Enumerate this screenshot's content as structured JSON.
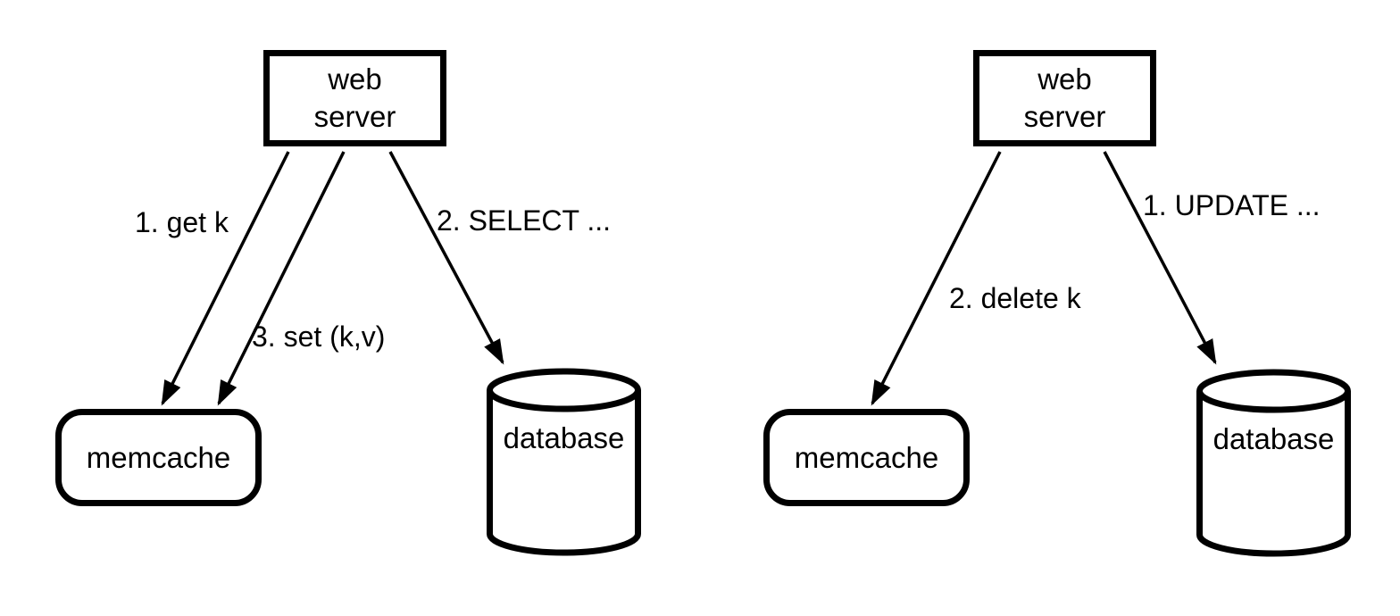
{
  "background_color": "#ffffff",
  "ink_color": "#000000",
  "diagrams": [
    {
      "id": "cache-read-flow",
      "nodes": {
        "web_server": {
          "lines": [
            "web",
            "server"
          ]
        },
        "memcache": {
          "label": "memcache"
        },
        "database": {
          "label": "database"
        }
      },
      "edges": [
        {
          "label": "1. get k",
          "from": "web_server",
          "to": "memcache"
        },
        {
          "label": "2. SELECT ...",
          "from": "web_server",
          "to": "database"
        },
        {
          "label": "3. set (k,v)",
          "from": "web_server",
          "to": "memcache"
        }
      ]
    },
    {
      "id": "cache-invalidate-flow",
      "nodes": {
        "web_server": {
          "lines": [
            "web",
            "server"
          ]
        },
        "memcache": {
          "label": "memcache"
        },
        "database": {
          "label": "database"
        }
      },
      "edges": [
        {
          "label": "1. UPDATE ...",
          "from": "web_server",
          "to": "database"
        },
        {
          "label": "2. delete k",
          "from": "web_server",
          "to": "memcache"
        }
      ]
    }
  ]
}
